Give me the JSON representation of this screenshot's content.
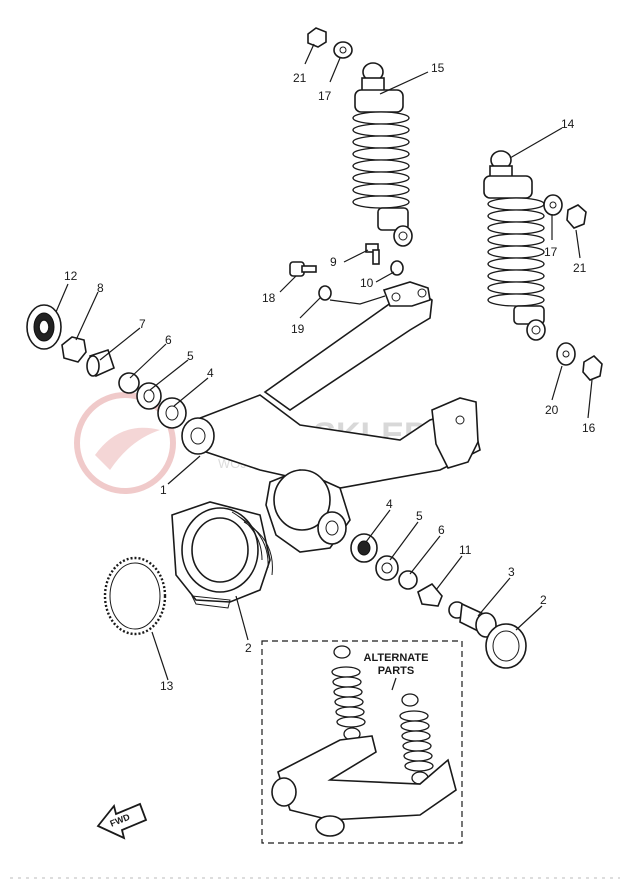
{
  "watermark": {
    "title": "RAMA-SKLEP.PL",
    "subtitle": "WOJCIECHOWICZ I DEALER YAMAHA"
  },
  "alternate_box": {
    "line1": "ALTERNATE",
    "line2": "PARTS"
  },
  "fwd_label": "FWD",
  "callouts": {
    "n1": "1",
    "n2_frame": "2",
    "n2_cap": "2",
    "n3": "3",
    "n4_left": "4",
    "n4_right": "4",
    "n5_left": "5",
    "n5_right": "5",
    "n6_left": "6",
    "n6_right": "6",
    "n7": "7",
    "n8": "8",
    "n9": "9",
    "n10": "10",
    "n11": "11",
    "n12": "12",
    "n13": "13",
    "n14": "14",
    "n15": "15",
    "n16": "16",
    "n17_top": "17",
    "n17_right": "17",
    "n18": "18",
    "n19": "19",
    "n20": "20",
    "n21_top": "21",
    "n21_right": "21"
  },
  "colors": {
    "line": "#1a1a1a",
    "watermark": "#d8d8d8",
    "watermark_logo": "#e9b3b3"
  }
}
